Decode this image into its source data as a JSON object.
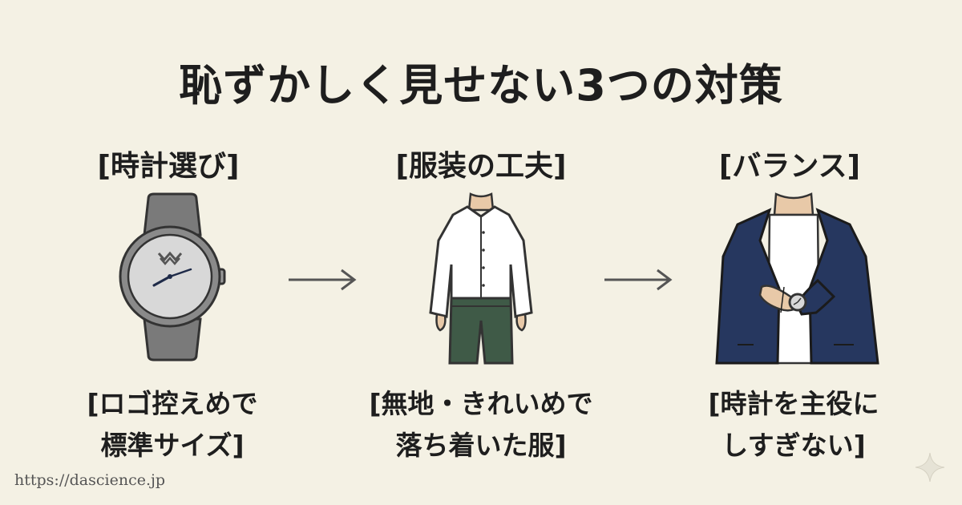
{
  "title": "恥ずかしく見せない3つの対策",
  "steps": [
    {
      "label": "[時計選び]",
      "icon": "wristwatch-icon",
      "caption": [
        "[ロゴ控えめで",
        "標準サイズ]"
      ]
    },
    {
      "label": "[服装の工夫]",
      "icon": "shirt-and-trousers-icon",
      "caption": [
        "[無地・きれいめで",
        "落ち着いた服]"
      ]
    },
    {
      "label": "[バランス]",
      "icon": "jacket-with-watch-icon",
      "caption": [
        "[時計を主役に",
        "しすぎない]"
      ]
    }
  ],
  "arrow_icon": "arrow-right-icon",
  "footer_url": "https://dascience.jp",
  "colors": {
    "background": "#f4f1e4",
    "text": "#1e1e1e",
    "watch_gray": "#7a7a7a",
    "trousers_green": "#3f5a47",
    "jacket_navy": "#26375f"
  }
}
